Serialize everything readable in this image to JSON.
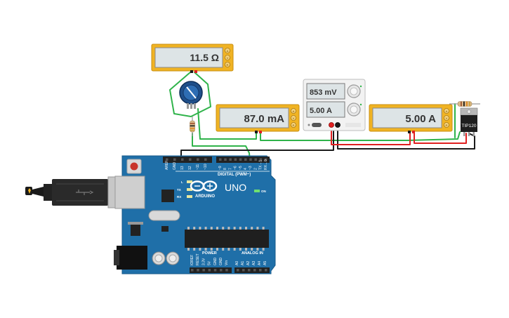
{
  "colors": {
    "meter_frame": "#f0b323",
    "meter_screen": "#dde4e6",
    "board_blue": "#1f6fa8",
    "wire_green": "#2fb34a",
    "wire_red": "#e02020",
    "wire_black": "#1a1a1a"
  },
  "multimeters": {
    "ohm": {
      "reading": "11.5 Ω",
      "modes": [
        "A",
        "V",
        "R"
      ]
    },
    "current_a": {
      "reading": "87.0 mA",
      "modes": [
        "A",
        "V",
        "R"
      ]
    },
    "current_b": {
      "reading": "5.00 A",
      "modes": [
        "A",
        "V",
        "R"
      ]
    }
  },
  "power_supply": {
    "voltage": "853 mV",
    "current": "5.00 A"
  },
  "transistor": {
    "label": "TIP120"
  },
  "arduino": {
    "brand": "ARDUINO",
    "model": "UNO",
    "digital_header": "DIGITAL (PWM~)",
    "power_header": "POWER",
    "analog_header": "ANALOG IN",
    "on_label": "ON",
    "led_labels": [
      "L",
      "TX",
      "RX"
    ],
    "digital_pins": [
      "AREF",
      "GND",
      "13",
      "12",
      "~11",
      "~10",
      "~9",
      "8",
      "7",
      "~6",
      "~5",
      "4",
      "~3",
      "2",
      "TX→1",
      "RX←0"
    ],
    "power_pins": [
      "IOREF",
      "RESET",
      "3.3V",
      "5V",
      "GND",
      "GND",
      "Vin"
    ],
    "analog_pins": [
      "A0",
      "A1",
      "A2",
      "A3",
      "A4",
      "A5"
    ]
  }
}
